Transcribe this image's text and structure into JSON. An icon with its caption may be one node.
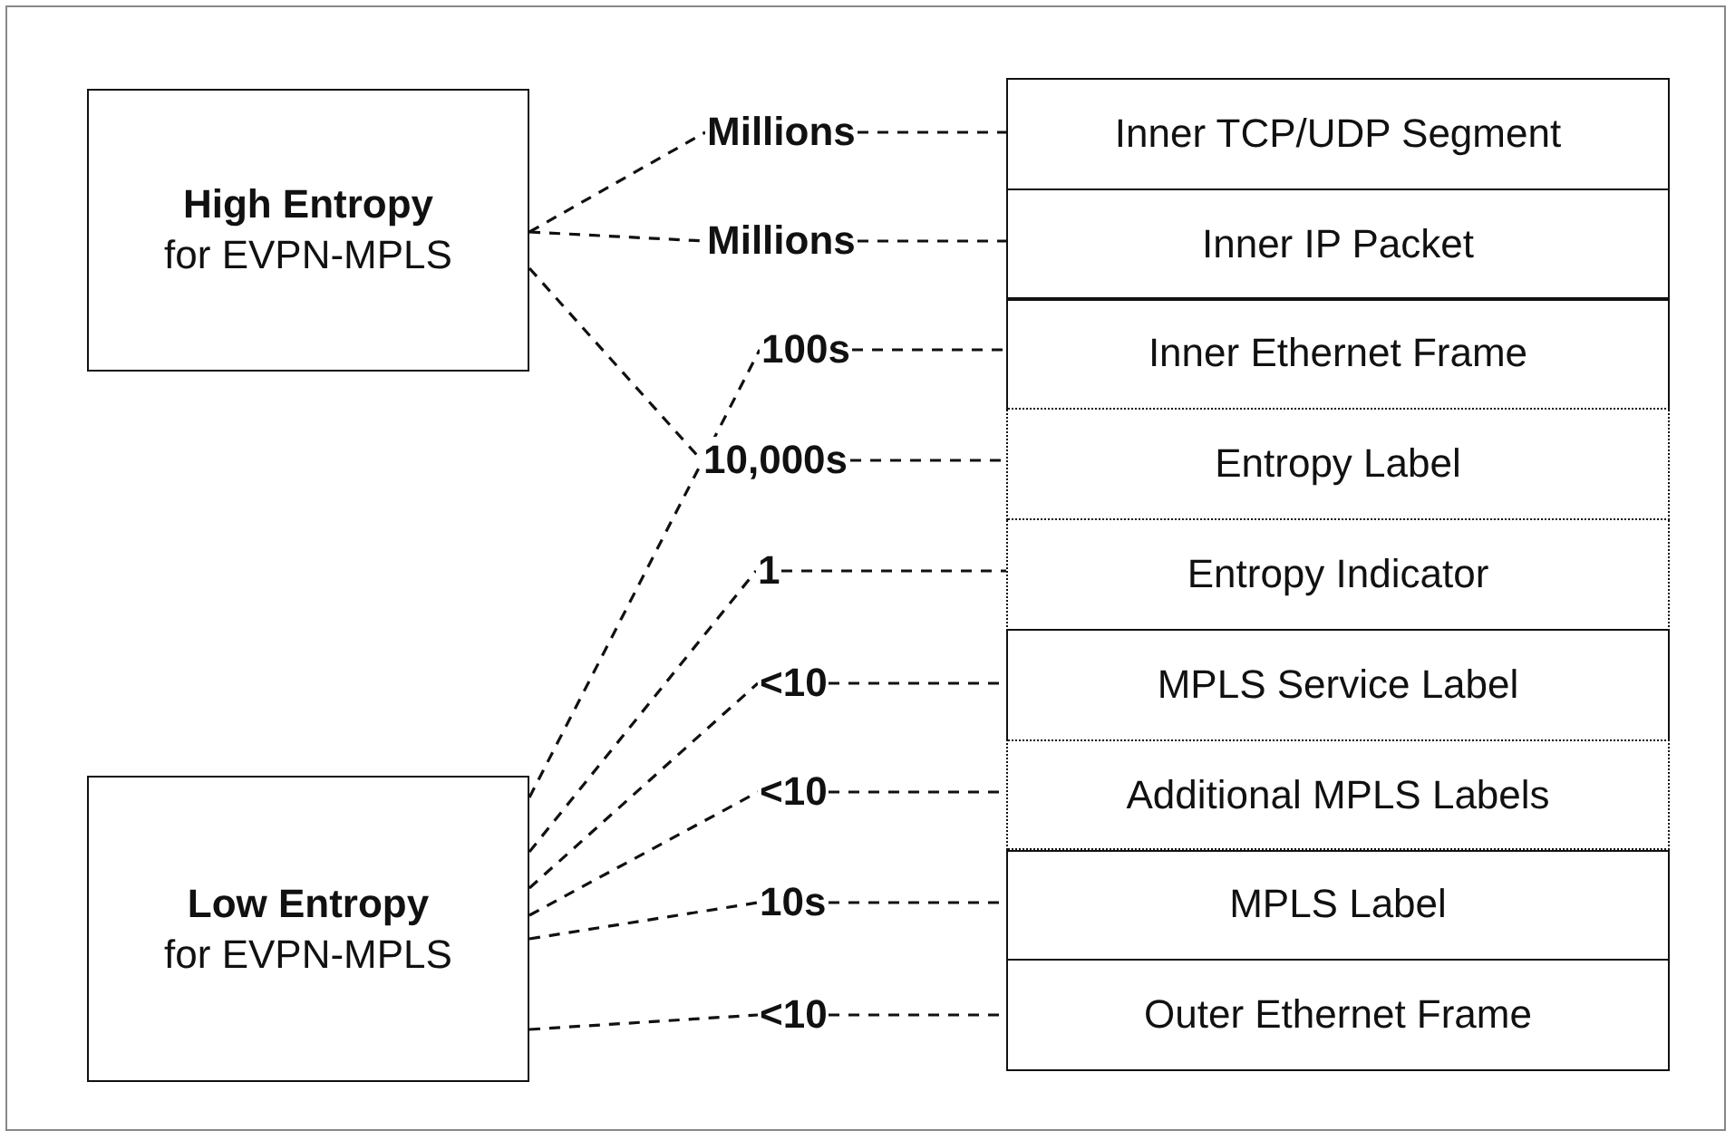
{
  "diagram": {
    "nodes": [
      {
        "text": [
          "High Entropy",
          "for EVPN-MPLS"
        ]
      },
      {
        "text": [
          "Low Entropy",
          "for EVPN-MPLS"
        ]
      },
      {
        "text": [
          "Millions"
        ]
      },
      {
        "text": [
          "Millions"
        ]
      },
      {
        "text": [
          "100s"
        ]
      },
      {
        "text": [
          "10,000s"
        ]
      },
      {
        "text": [
          "1"
        ]
      },
      {
        "text": [
          "<10"
        ]
      },
      {
        "text": [
          "<10"
        ]
      },
      {
        "text": [
          "10s"
        ]
      },
      {
        "text": [
          "<10"
        ]
      },
      {
        "text": [
          "Inner TCP/UDP Segment"
        ]
      },
      {
        "text": [
          "Inner IP Packet"
        ]
      },
      {
        "text": [
          "Inner Ethernet Frame"
        ]
      },
      {
        "text": [
          "Entropy Label"
        ]
      },
      {
        "text": [
          "Entropy Indicator"
        ]
      },
      {
        "text": [
          "MPLS Service Label"
        ]
      },
      {
        "text": [
          "Additional MPLS Labels"
        ]
      },
      {
        "text": [
          "MPLS Label"
        ]
      },
      {
        "text": [
          "Outer Ethernet Frame"
        ]
      }
    ],
    "edges": [
      {
        "from": 0,
        "to": 2,
        "arrow": "none",
        "style": "dashed"
      },
      {
        "from": 0,
        "to": 3,
        "arrow": "none",
        "style": "dashed"
      },
      {
        "from": 0,
        "to": 5,
        "arrow": "none",
        "style": "dashed"
      },
      {
        "from": 1,
        "to": 4,
        "arrow": "none",
        "style": "dashed"
      },
      {
        "from": 1,
        "to": 6,
        "arrow": "none",
        "style": "dashed"
      },
      {
        "from": 1,
        "to": 7,
        "arrow": "none",
        "style": "dashed"
      },
      {
        "from": 1,
        "to": 8,
        "arrow": "none",
        "style": "dashed"
      },
      {
        "from": 1,
        "to": 9,
        "arrow": "none",
        "style": "dashed"
      },
      {
        "from": 1,
        "to": 10,
        "arrow": "none",
        "style": "dashed"
      },
      {
        "from": 2,
        "to": 11,
        "arrow": "none",
        "style": "dashed"
      },
      {
        "from": 3,
        "to": 12,
        "arrow": "none",
        "style": "dashed"
      },
      {
        "from": 4,
        "to": 13,
        "arrow": "none",
        "style": "dashed"
      },
      {
        "from": 5,
        "to": 14,
        "arrow": "none",
        "style": "dashed"
      },
      {
        "from": 6,
        "to": 15,
        "arrow": "none",
        "style": "dashed"
      },
      {
        "from": 7,
        "to": 16,
        "arrow": "none",
        "style": "dashed"
      },
      {
        "from": 8,
        "to": 17,
        "arrow": "none",
        "style": "dashed"
      },
      {
        "from": 9,
        "to": 18,
        "arrow": "none",
        "style": "dashed"
      },
      {
        "from": 10,
        "to": 19,
        "arrow": "none",
        "style": "dashed"
      }
    ]
  }
}
